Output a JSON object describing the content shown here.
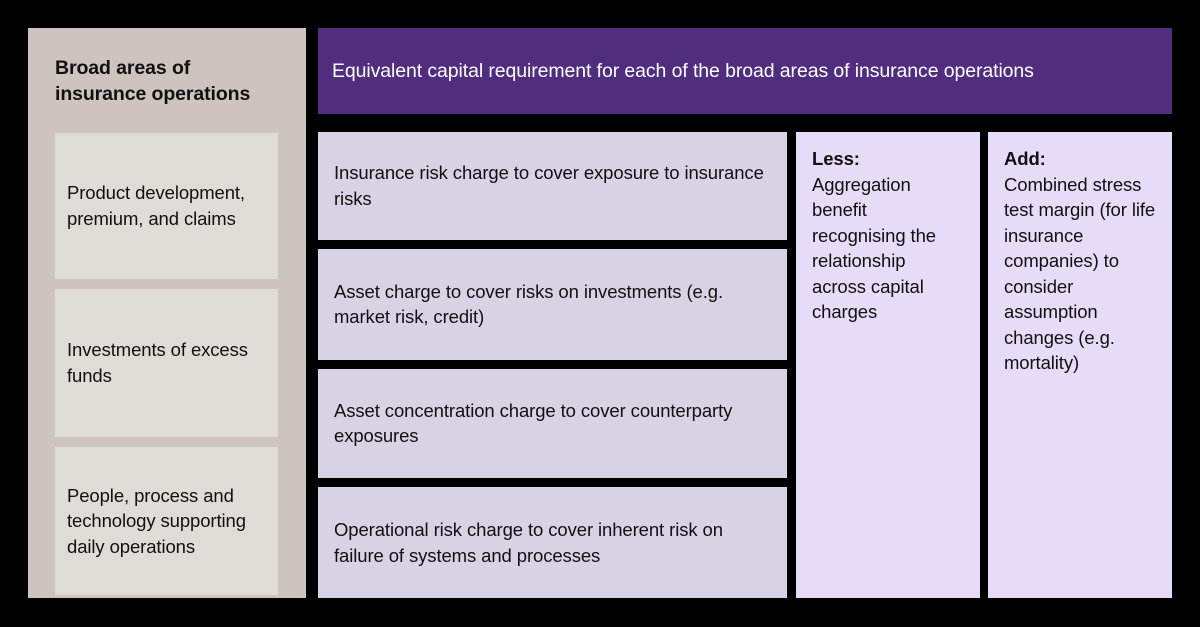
{
  "sidebar": {
    "title": "Broad areas of insurance operations",
    "items": [
      {
        "label": "Product development, premium, and claims"
      },
      {
        "label": "Investments of excess funds"
      },
      {
        "label": "People, process and technology supporting daily operations"
      }
    ]
  },
  "banner": {
    "title": "Equivalent capital requirement for each of the broad areas of insurance operations"
  },
  "charges": [
    {
      "label": "Insurance risk charge to cover exposure to insurance risks"
    },
    {
      "label": "Asset charge to cover risks on investments (e.g. market risk, credit)"
    },
    {
      "label": "Asset concentration charge to cover counterparty exposures"
    },
    {
      "label": "Operational risk charge to cover inherent risk on failure of systems and processes"
    }
  ],
  "adjustments": [
    {
      "label": "Less:",
      "text": "Aggregation benefit recognising the relationship across capital charges"
    },
    {
      "label": "Add:",
      "text": "Combined stress test margin (for life insurance companies) to consider assumption changes (e.g. mortality)"
    }
  ],
  "colors": {
    "background": "#000000",
    "sidebar_background": "#cdc4bf",
    "sidebar_card": "#dfdcd8",
    "banner_purple": "#502d7f",
    "charge_box_lavender": "#d8d2e4",
    "adjustment_lavender": "#e6dcf7",
    "text_dark": "#111111",
    "text_light": "#ffffff"
  }
}
